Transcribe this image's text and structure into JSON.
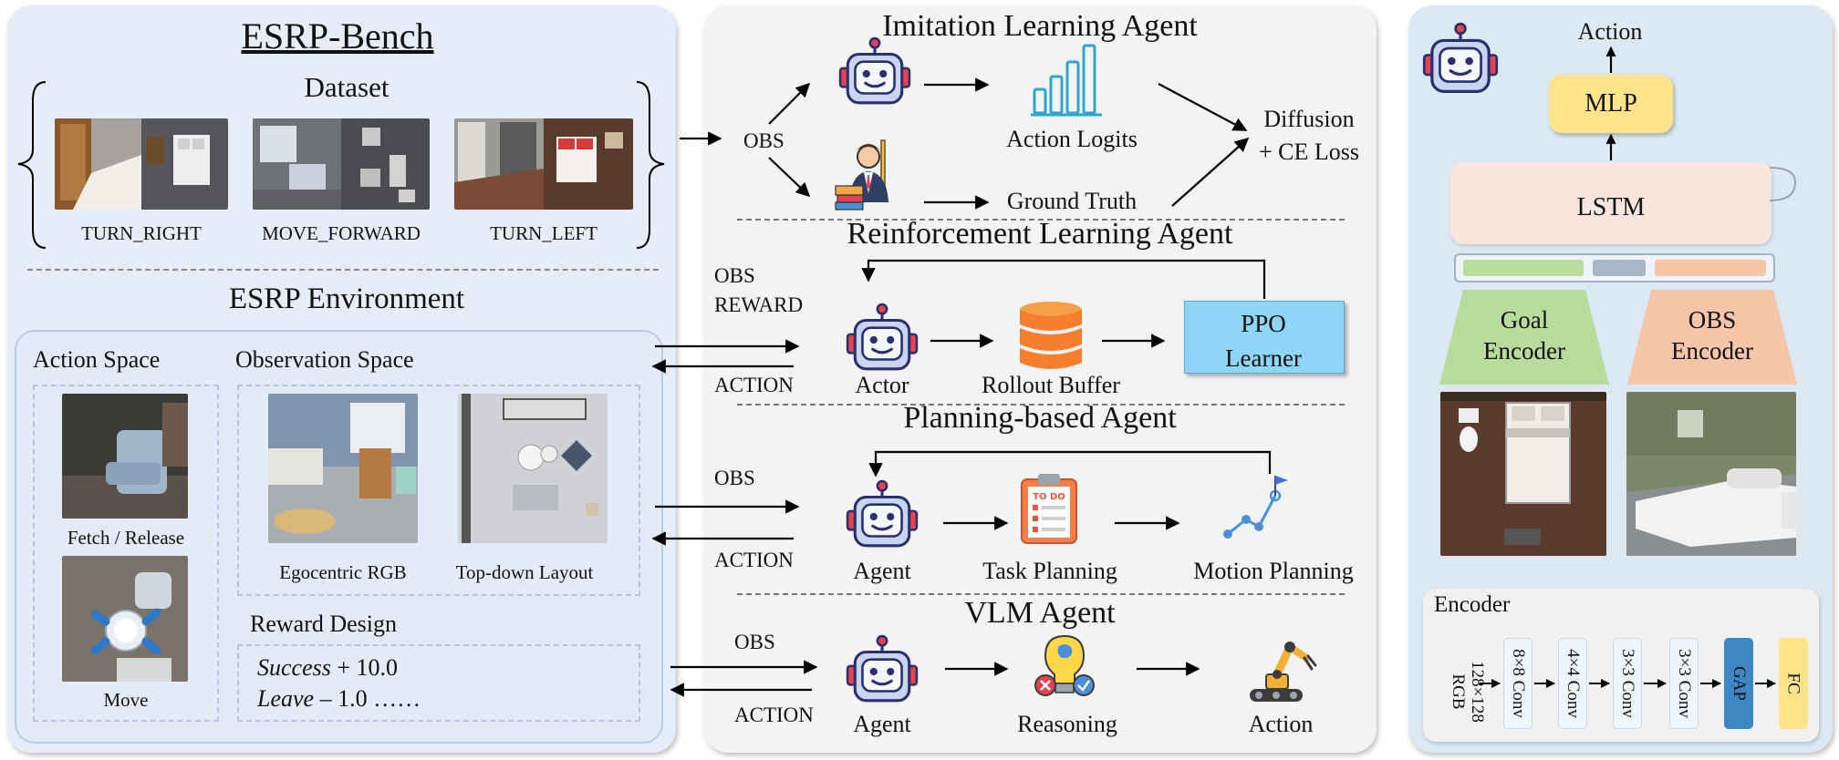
{
  "bench": {
    "title": "ESRP-Bench",
    "dataset_label": "Dataset",
    "samples": [
      "TURN_RIGHT",
      "MOVE_FORWARD",
      "TURN_LEFT"
    ],
    "environment_title": "ESRP Environment",
    "action_space_label": "Action Space",
    "observation_space_label": "Observation Space",
    "fetch_label": "Fetch / Release",
    "move_label": "Move",
    "egocentric_label": "Egocentric RGB",
    "topdown_label": "Top-down Layout",
    "reward_title": "Reward Design",
    "reward_success_term": "Success",
    "reward_success_value": "+ 10.0",
    "reward_leave_term": "Leave",
    "reward_leave_value": "– 1.0 ……"
  },
  "imitation": {
    "title": "Imitation Learning Agent",
    "obs": "OBS",
    "action_logits": "Action Logits",
    "ground_truth": "Ground Truth",
    "loss_line1": "Diffusion",
    "loss_line2": "+ CE Loss"
  },
  "rl": {
    "title": "Reinforcement Learning Agent",
    "obs": "OBS",
    "reward": "REWARD",
    "action": "ACTION",
    "actor": "Actor",
    "rollout": "Rollout Buffer",
    "ppo_line1": "PPO",
    "ppo_line2": "Learner"
  },
  "planning": {
    "title": "Planning-based Agent",
    "obs": "OBS",
    "action": "ACTION",
    "agent": "Agent",
    "task_planning": "Task Planning",
    "motion_planning": "Motion Planning",
    "todo_text": "TO DO"
  },
  "vlm": {
    "title": "VLM Agent",
    "obs": "OBS",
    "action": "ACTION",
    "agent": "Agent",
    "reasoning": "Reasoning",
    "action_label": "Action"
  },
  "network": {
    "action": "Action",
    "mlp": "MLP",
    "lstm": "LSTM",
    "goal_line1": "Goal",
    "goal_line2": "Encoder",
    "obs_line1": "OBS",
    "obs_line2": "Encoder",
    "encoder_title": "Encoder",
    "input_res": "128×128",
    "input_type": "RGB",
    "layers": [
      "8×8 Conv",
      "4×4 Conv",
      "3×3 Conv",
      "3×3 Conv",
      "GAP",
      "FC"
    ]
  },
  "colors": {
    "left_panel": "#e6ecf8",
    "middle_panel": "#f3f3f3",
    "right_panel": "#dce9f3",
    "mlp": "#fde38a",
    "lstm": "#f8e6de",
    "goal_encoder": "#b8dc9c",
    "obs_encoder": "#f7c6a8",
    "ppo": "#8fd6f6",
    "rollout": "#f57f2e",
    "gap": "#3f86c4",
    "fc": "#fde38a"
  }
}
